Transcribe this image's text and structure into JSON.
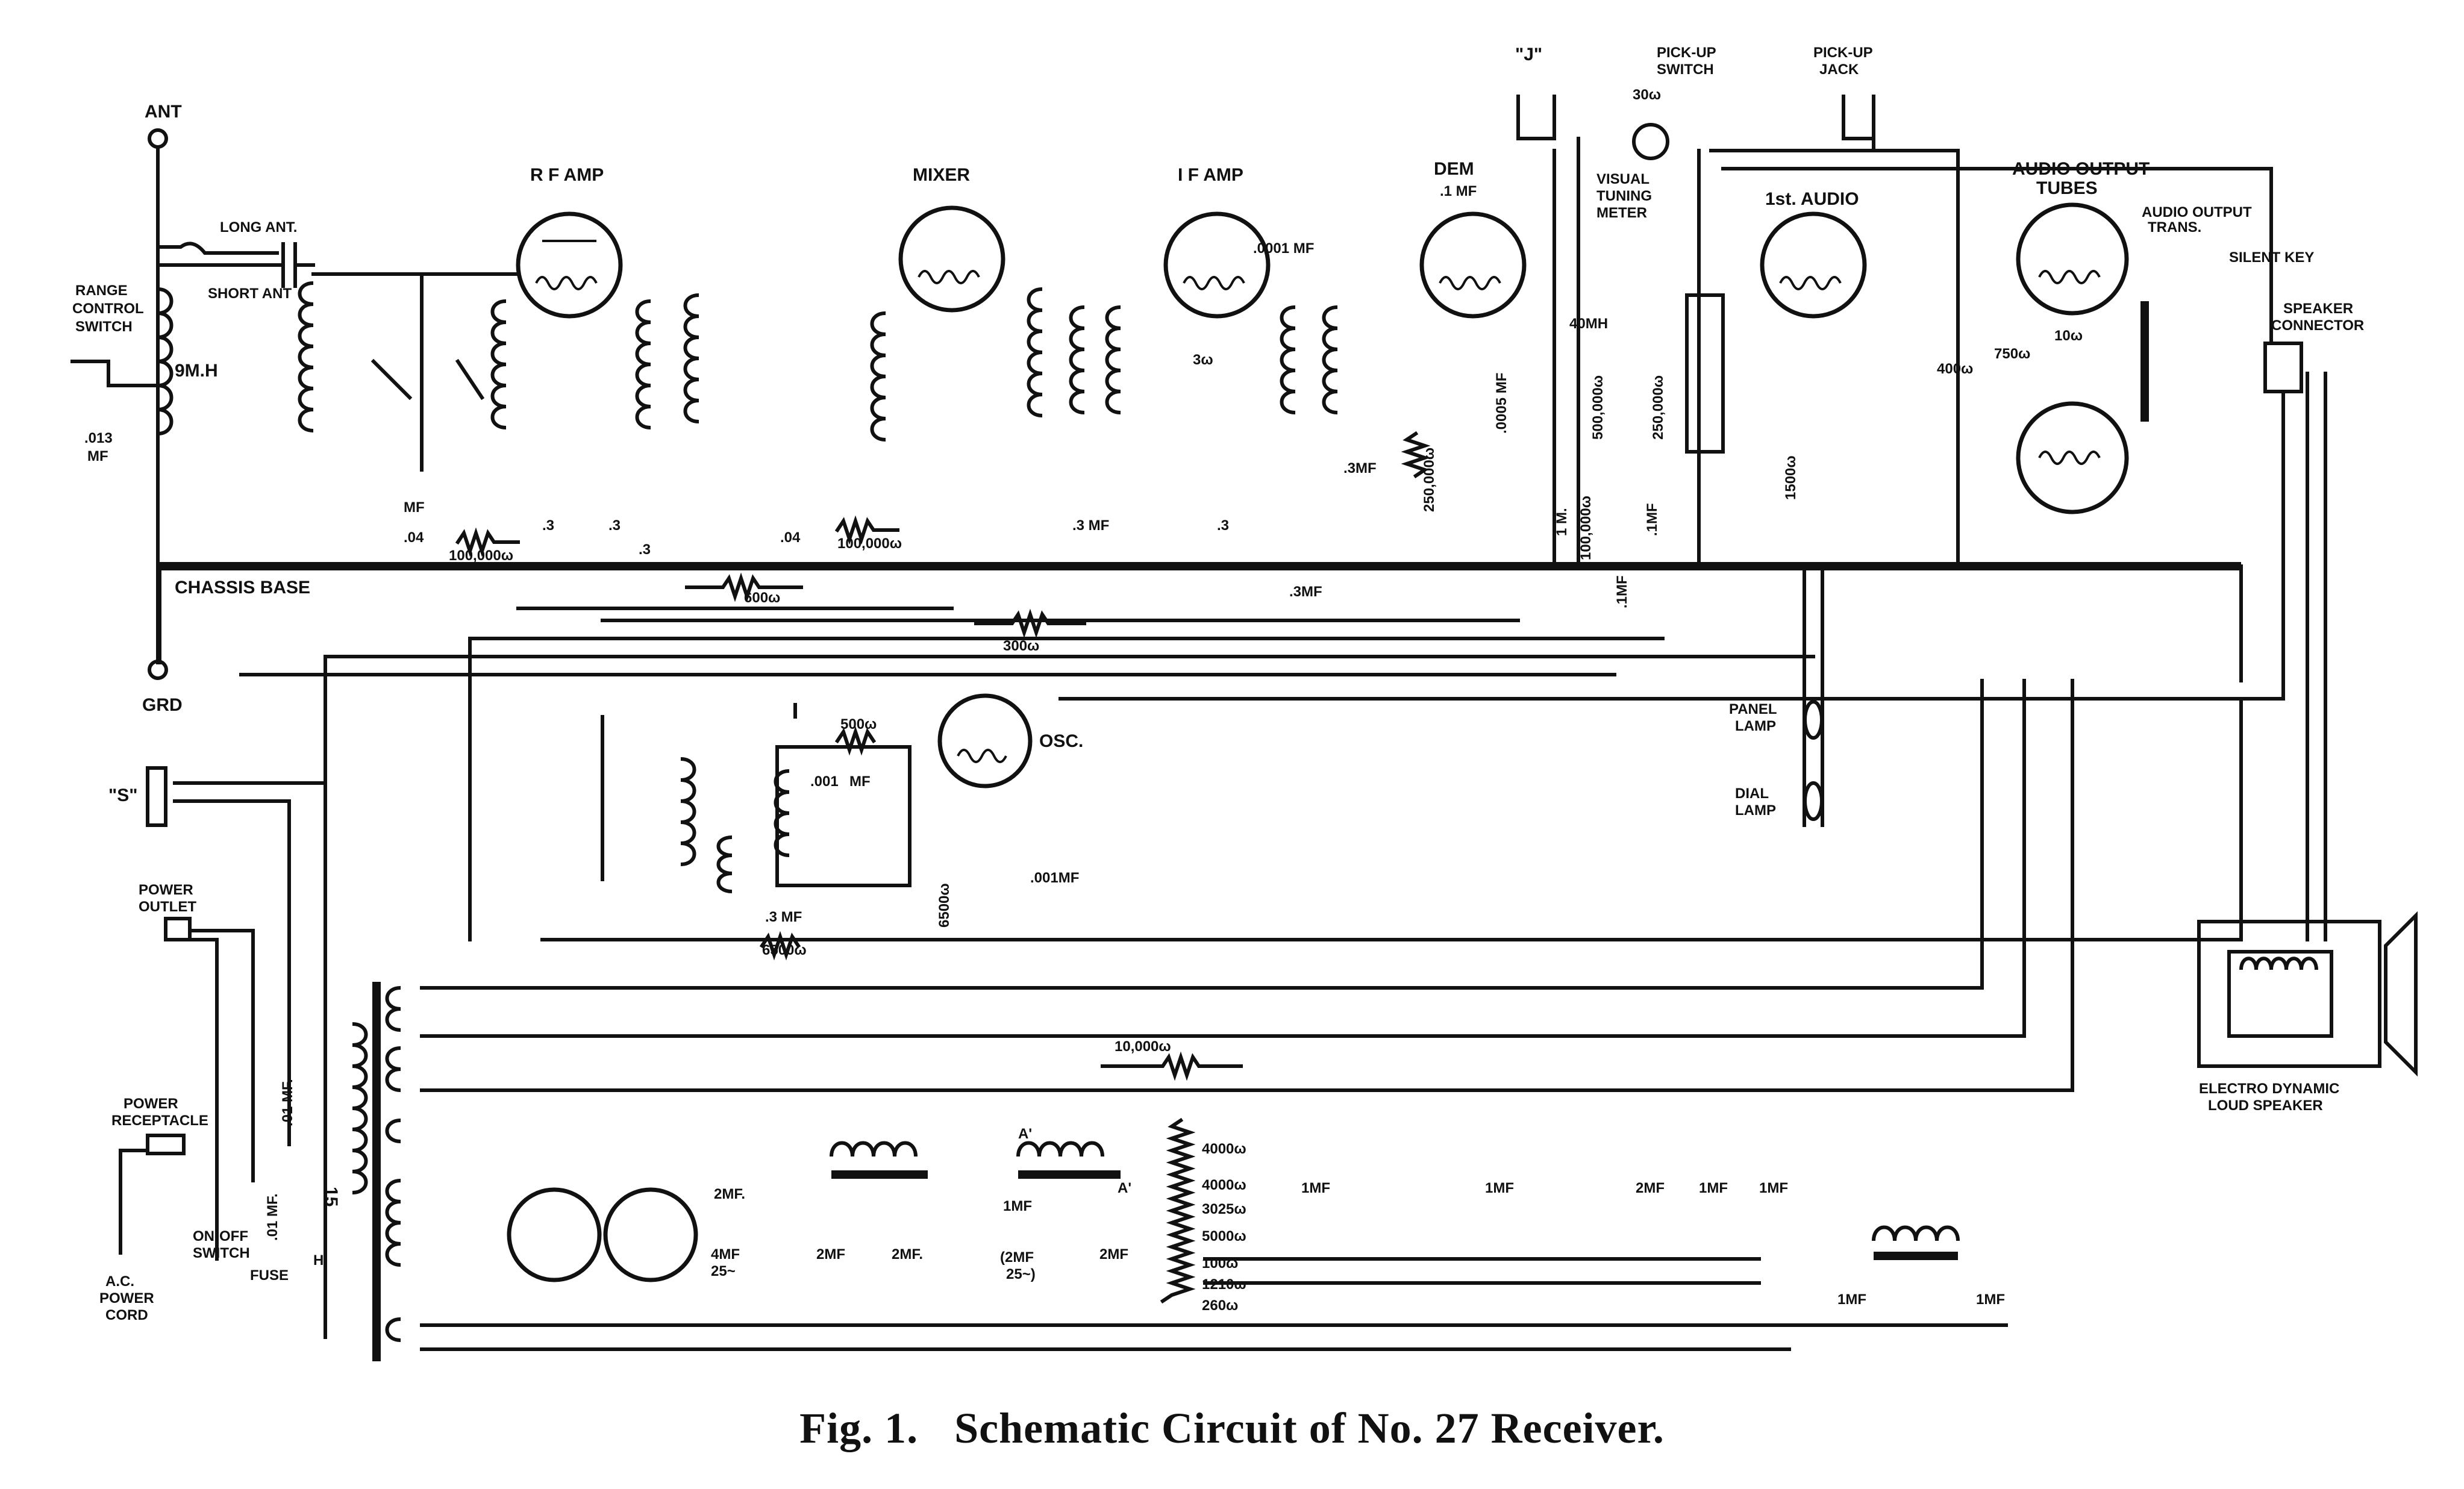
{
  "caption": {
    "fig": "Fig. 1.",
    "text": "Schematic Circuit of No. 27 Receiver."
  },
  "labels": {
    "ant": "ANT",
    "grd": "GRD",
    "long_ant": "LONG ANT.",
    "short_ant": "SHORT ANT",
    "range_control_switch": [
      "RANGE",
      "CONTROL",
      "SWITCH"
    ],
    "choke_9mh": "9M.H",
    "cap_013": [
      ".013",
      "MF"
    ],
    "chassis_base": "CHASSIS BASE",
    "rf_amp": "R F AMP",
    "mixer": "MIXER",
    "if_amp": "I F AMP",
    "dem": "DEM",
    "osc": "OSC.",
    "first_audio": "1st. AUDIO",
    "audio_output_tubes": [
      "AUDIO OUTPUT",
      "TUBES"
    ],
    "audio_output_trans": [
      "AUDIO OUTPUT",
      "TRANS."
    ],
    "silent_key": "SILENT KEY",
    "speaker_connector": [
      "SPEAKER",
      "CONNECTOR"
    ],
    "j_jack": "\"J\"",
    "pickup_switch": [
      "PICK-UP",
      "SWITCH"
    ],
    "pickup_jack": [
      "PICK-UP",
      "JACK"
    ],
    "visual_tuning_meter": [
      "VISUAL",
      "TUNING",
      "METER"
    ],
    "r_30": "30ω",
    "panel_lamp": [
      "PANEL",
      "LAMP"
    ],
    "dial_lamp": [
      "DIAL",
      "LAMP"
    ],
    "electro_dynamic": [
      "ELECTRO DYNAMIC",
      "LOUD SPEAKER"
    ],
    "s_socket": "\"S\"",
    "power_outlet": [
      "POWER",
      "OUTLET"
    ],
    "power_receptacle": [
      "POWER",
      "RECEPTACLE"
    ],
    "on_off_switch": [
      "ON-OFF",
      "SWITCH"
    ],
    "fuse": "FUSE",
    "ac_power_cord": [
      "A.C.",
      "POWER",
      "CORD"
    ],
    "tap_15": "15",
    "tap_hi": "HI",
    "cap_001_top": ".1 MF",
    "cap_0001": ".0001 MF",
    "choke_40mh": "40MH",
    "cap_0005": ".0005 MF",
    "r_250000_dem": "250,000ω",
    "r_500000": "500,000ω",
    "r_250000_b": "250,000ω",
    "r_100000_a": "100,000ω",
    "r_1m": "1 M.",
    "r_1500": "1500ω",
    "r_400": "400ω",
    "r_750": "750ω",
    "r_10": "10ω",
    "cap_3mf_dem": ".3MF",
    "cap_1mf_a": ".1MF",
    "cap_1mf_b": ".1MF",
    "r_600": "600ω",
    "r_300": "300ω",
    "cap_3mf_chassis": ".3MF",
    "r_500_osc": "500ω",
    "cap_001_osc": ".001",
    "cap_mf_osc": "MF",
    "cap_3mf_osc": ".3 MF",
    "r_6500_a": "6500ω",
    "r_6500_b": "6500ω",
    "cap_001mf_osc": ".001MF",
    "r_100000_rf": "100,000ω",
    "r_100000_mix": "100,000ω",
    "cap_04_rf": ".04",
    "cap_mf_rf": "MF",
    "cap_3_a": ".3",
    "cap_3_b": ".3",
    "cap_3_c": ".3",
    "cap_04_mix": ".04",
    "cap_3_if": ".3 MF",
    "cap_3_if2": ".3",
    "r_3_if": "3ω",
    "r_10000": "10,000ω",
    "ps_2mf_a": "2MF.",
    "ps_2mf_b": "2MF",
    "ps_2mf_c": "2MF.",
    "ps_1mf_a": "1MF",
    "ps_2mf_25": [
      "(2MF",
      "25~)"
    ],
    "ps_2mf_d": "2MF",
    "ps_4mf_25": [
      "4MF",
      "25~"
    ],
    "ps_1mf_b": "1MF",
    "ps_1mf_c": "1MF",
    "ps_2mf_e": "2MF",
    "ps_1mf_d": "1MF",
    "ps_1mf_e": "1MF",
    "ps_1mf_f": "1MF",
    "ps_1mf_g": "1MF",
    "ps_01mf_a": ".01 MF.",
    "ps_01mf_b": ".01 MF.",
    "choke_a_label": "A'",
    "choke_a2_label": "A'",
    "divider_taps": [
      "4000ω",
      "4000ω",
      "3025ω",
      "5000ω",
      "100ω",
      "1210ω",
      "260ω"
    ]
  }
}
